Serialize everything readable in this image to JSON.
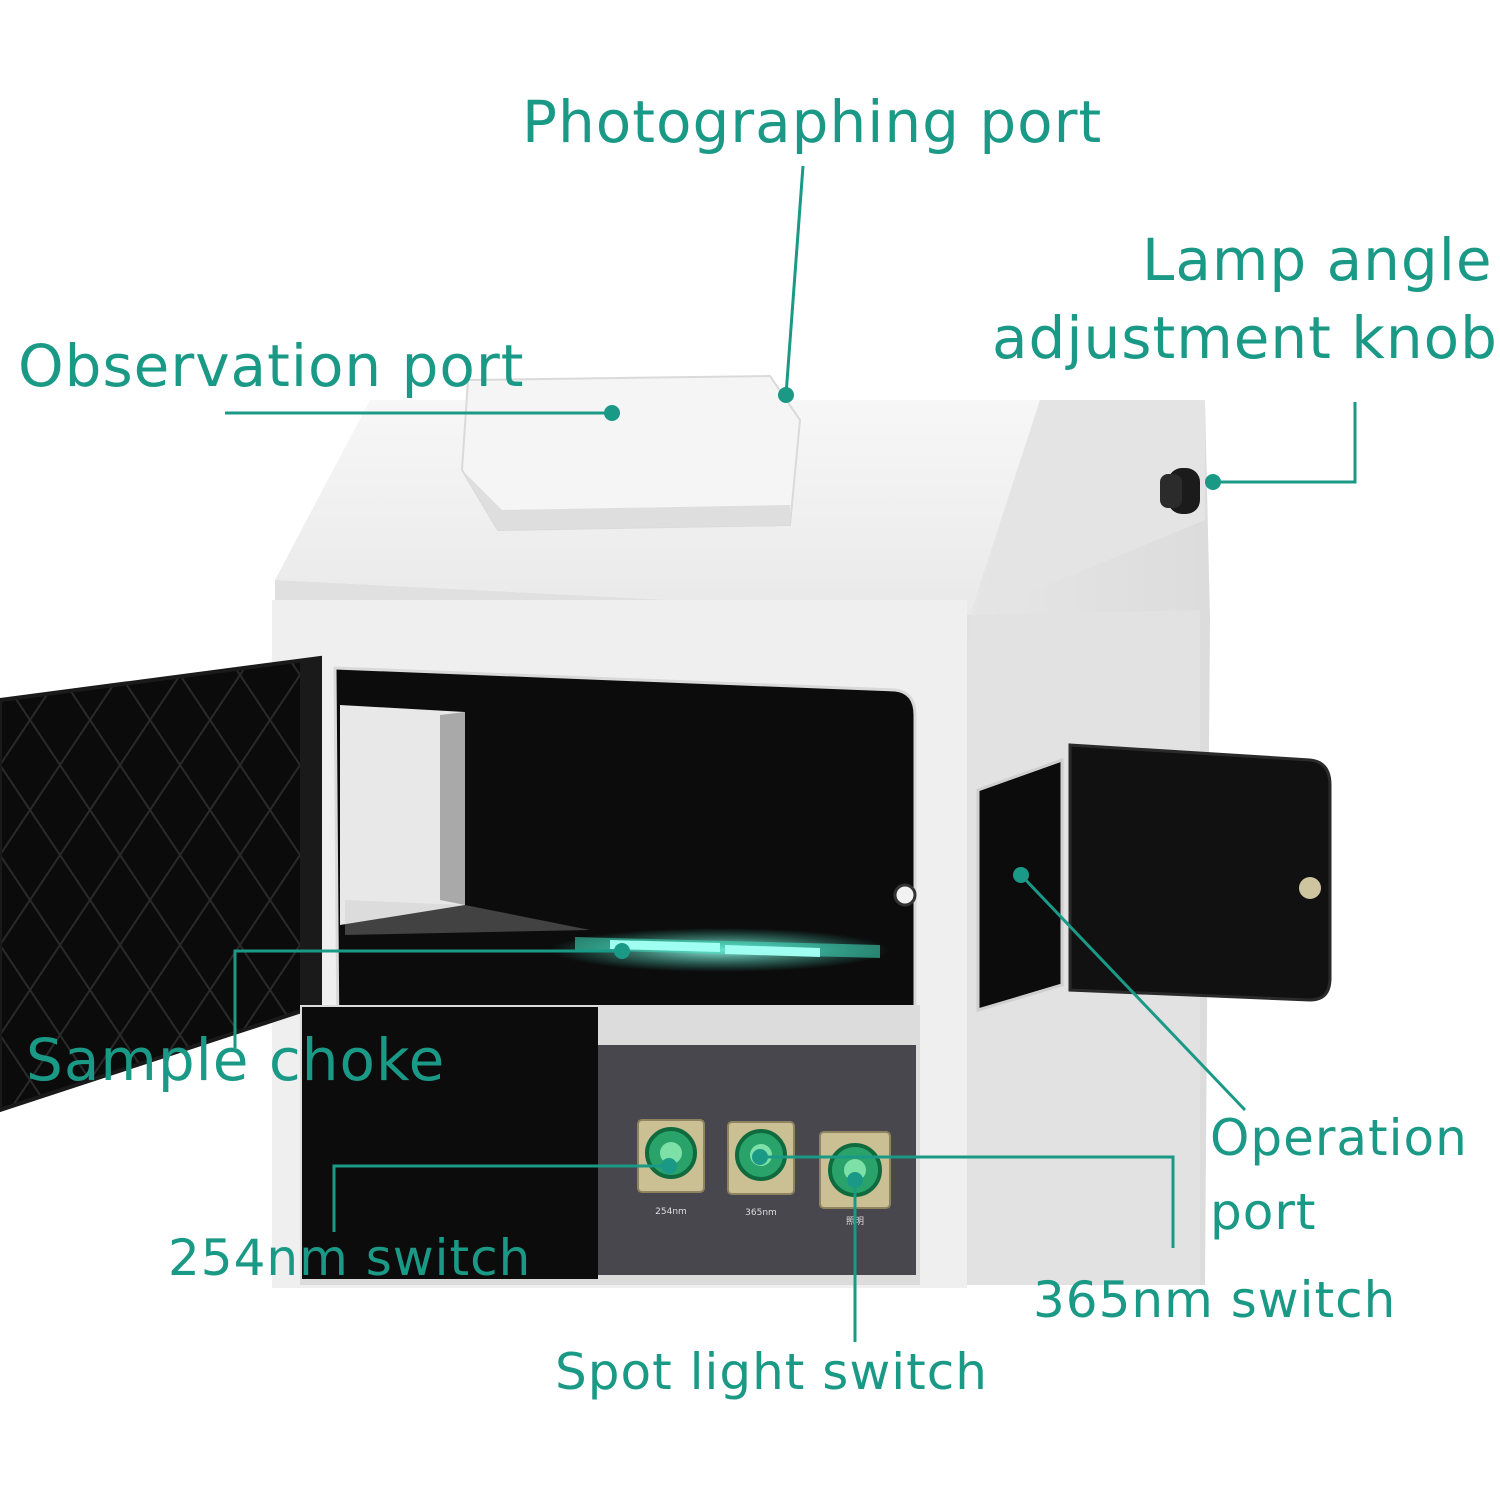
{
  "colors": {
    "accent": "#1a9a86",
    "cabinet": "#f1f1f1",
    "chamber": "#0c0c0c",
    "panel": "#48474d",
    "glow": "#3fe0c0"
  },
  "labels": {
    "photographing_port": "Photographing port",
    "lamp_angle_line1": "Lamp angle",
    "lamp_angle_line2": "adjustment knob",
    "observation_port": "Observation port",
    "sample_choke": "Sample choke",
    "operation_port_line1": "Operation",
    "operation_port_line2": "port",
    "switch_254": "254nm switch",
    "switch_365": "365nm switch",
    "spot_light": "Spot light switch"
  },
  "panel_texts": {
    "btn_254": "254nm",
    "btn_365": "365nm",
    "btn_spot": "照明"
  },
  "icons": {
    "knob": "knob-icon",
    "switch": "rocker-switch-icon"
  }
}
